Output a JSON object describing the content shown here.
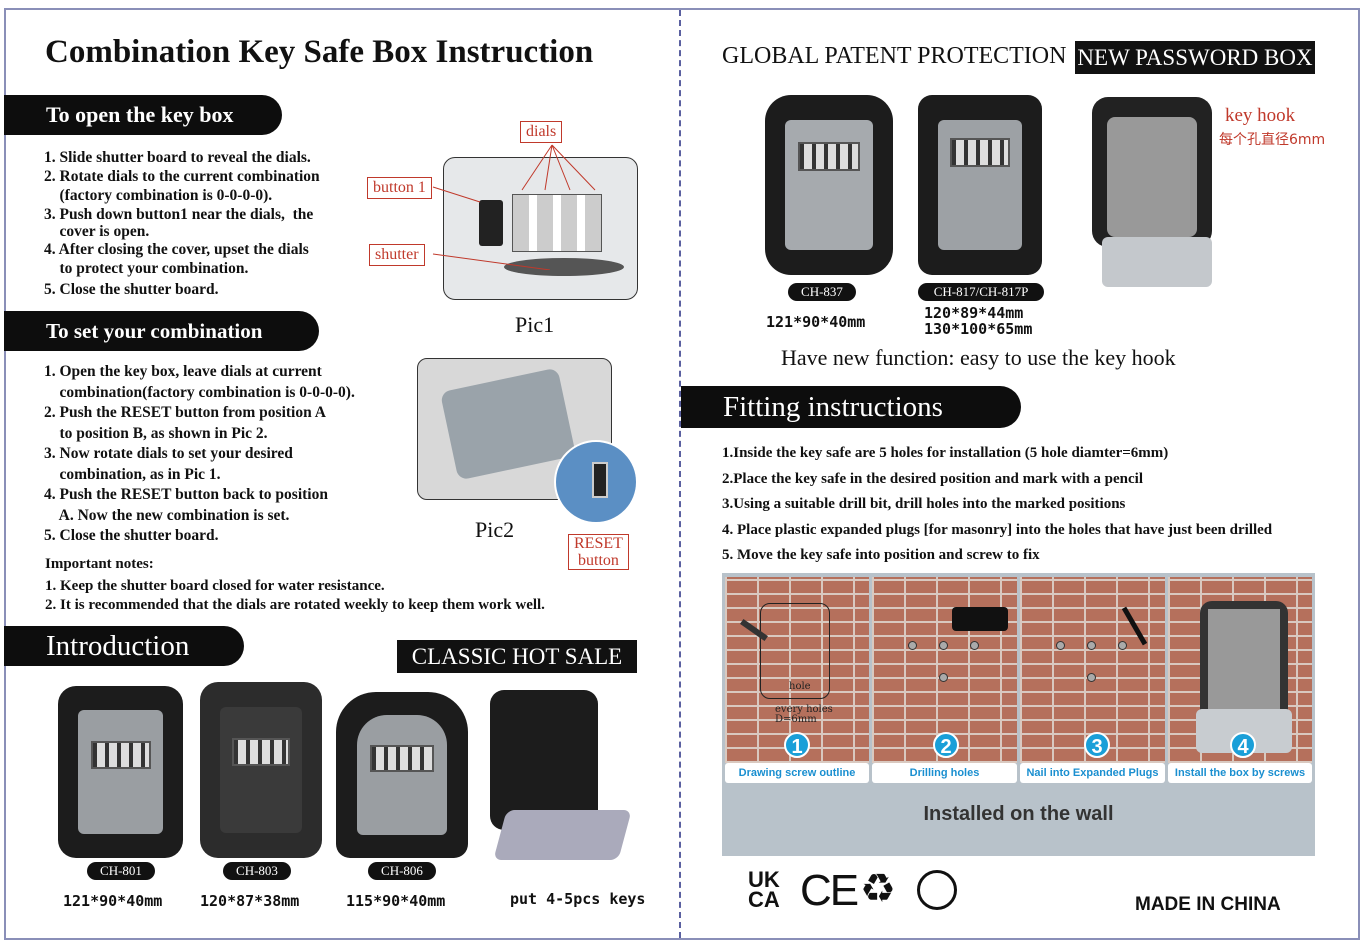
{
  "title": "Combination Key Safe Box Instruction",
  "open": {
    "heading": "To open the key box",
    "steps": [
      "1. Slide shutter board to reveal the dials.",
      "2. Rotate dials to the current combination",
      "    (factory combination is 0-0-0-0).",
      "3. Push down button1 near the dials,  the",
      "    cover is open.",
      "4. After closing the cover, upset the dials",
      "    to protect your combination.",
      "5. Close the shutter board."
    ]
  },
  "pic1": {
    "labels": {
      "dials": "dials",
      "button1": "button 1",
      "shutter": "shutter"
    },
    "caption": "Pic1"
  },
  "set": {
    "heading": "To set your combination",
    "steps": [
      "1. Open the key box, leave dials at current",
      "    combination(factory combination is 0-0-0-0).",
      "2. Push the RESET button from position A",
      "    to position B, as shown in Pic 2.",
      "3. Now rotate dials to set your desired",
      "    combination, as in Pic 1.",
      "4. Push the RESET button back to position",
      "    A. Now the new combination is set.",
      "5. Close the shutter board."
    ]
  },
  "pic2": {
    "caption": "Pic2",
    "reset_label_1": "RESET",
    "reset_label_2": "button"
  },
  "notes": {
    "heading": "Important notes:",
    "items": [
      "1. Keep the shutter board closed for water resistance.",
      "2. It is recommended that the dials are rotated weekly to keep them work well."
    ]
  },
  "intro": {
    "heading": "Introduction",
    "badge": "CLASSIC HOT SALE",
    "products": [
      {
        "model": "CH-801",
        "size": "121*90*40mm"
      },
      {
        "model": "CH-803",
        "size": "120*87*38mm"
      },
      {
        "model": "CH-806",
        "size": "115*90*40mm"
      },
      {
        "model": "",
        "size": "put 4-5pcs keys"
      }
    ]
  },
  "patent": {
    "heading": "GLOBAL PATENT PROTECTION",
    "badge": "NEW PASSWORD BOX",
    "products": [
      {
        "model": "CH-837",
        "size": "121*90*40mm"
      },
      {
        "model": "CH-817/CH-817P",
        "size": "120*89*44mm",
        "size2": "130*100*65mm"
      }
    ],
    "key_hook": "key hook",
    "key_hook_cn": "每个孔直径6mm",
    "function": "Have new function: easy to use the key hook"
  },
  "fitting": {
    "heading": "Fitting instructions",
    "steps": [
      "1.Inside the key safe are 5 holes for installation (5 hole diamter=6mm)",
      "2.Place the key safe in the desired position and mark with a pencil",
      "3.Using a suitable drill bit, drill holes into the marked positions",
      "4. Place plastic expanded plugs [for masonry] into the holes that have just been drilled",
      "5. Move the key safe into position and screw to fix"
    ],
    "panels": [
      {
        "n": "1",
        "caption": "Drawing screw outline",
        "hole": "hole",
        "note1": "every holes",
        "note2": "D=6mm"
      },
      {
        "n": "2",
        "caption": "Drilling holes"
      },
      {
        "n": "3",
        "caption": "Nail into Expanded Plugs"
      },
      {
        "n": "4",
        "caption": "Install the box by screws"
      }
    ],
    "installed": "Installed on the wall"
  },
  "certs": {
    "ukca_1": "UK",
    "ukca_2": "CA",
    "ce": "CE"
  },
  "made_in": "MADE IN CHINA"
}
